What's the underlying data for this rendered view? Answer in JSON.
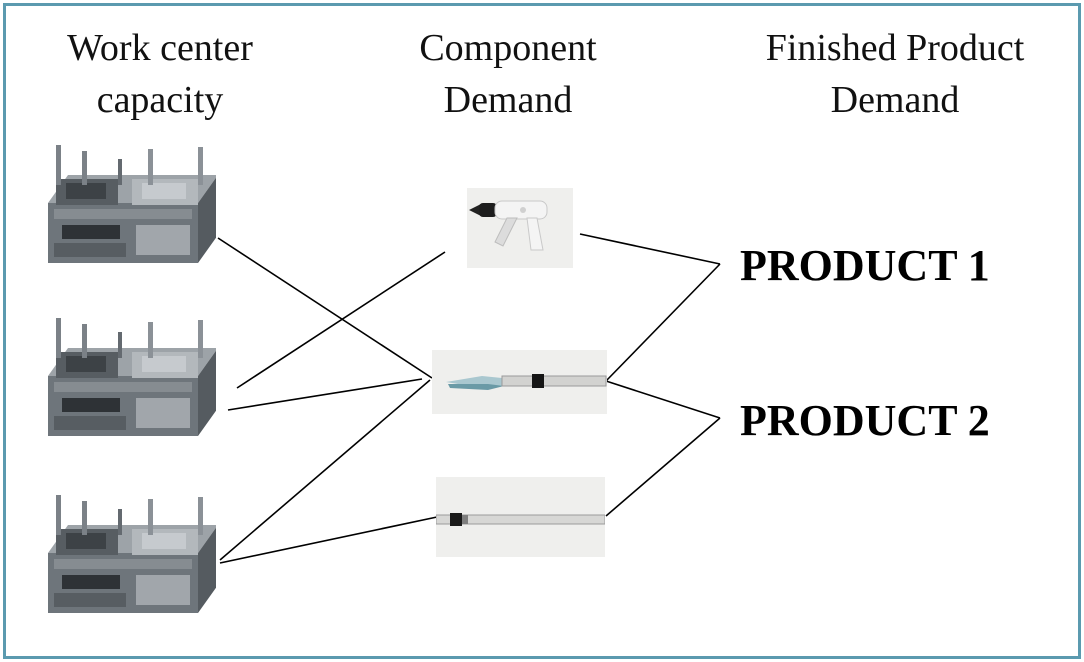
{
  "headers": {
    "work_center": [
      "Work center",
      "capacity"
    ],
    "component": [
      "Component",
      "Demand"
    ],
    "finished": [
      "Finished Product",
      "Demand"
    ]
  },
  "work_centers": [
    {
      "icon": "injection-mold-icon"
    },
    {
      "icon": "injection-mold-icon"
    },
    {
      "icon": "injection-mold-icon"
    }
  ],
  "components": [
    {
      "icon": "surgical-stapler-handle-icon"
    },
    {
      "icon": "stapler-jaw-shaft-icon"
    },
    {
      "icon": "instrument-shaft-icon"
    }
  ],
  "products": {
    "product1": "PRODUCT 1",
    "product2": "PRODUCT 2"
  },
  "colors": {
    "border": "#5b9aaf",
    "text": "#111111",
    "line": "#000000"
  }
}
